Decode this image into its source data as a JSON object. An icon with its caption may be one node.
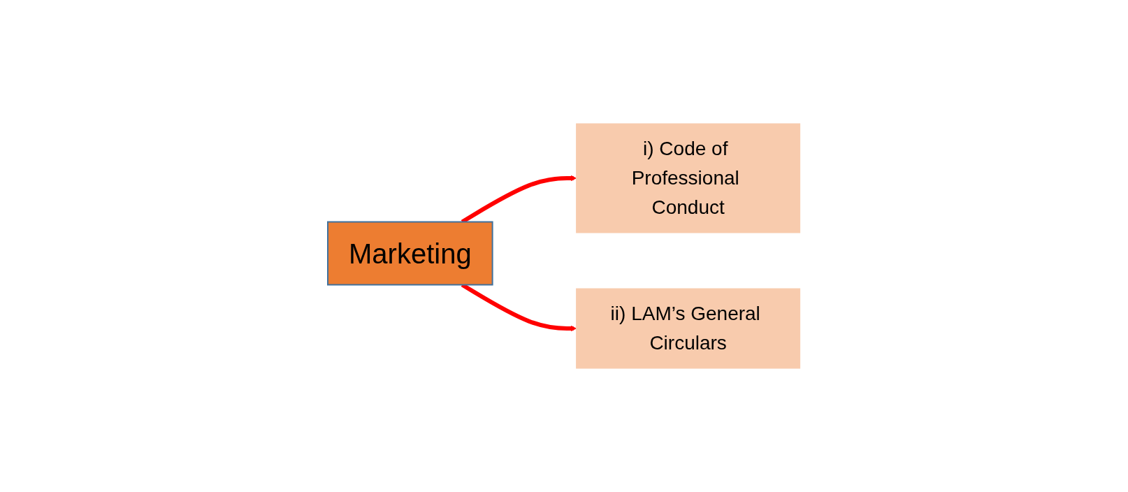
{
  "diagram": {
    "nodes": [
      {
        "text": [
          "Marketing"
        ]
      },
      {
        "text": [
          "i) Code of Professional Conduct"
        ]
      },
      {
        "text": [
          "ii) LAM’s General Circulars"
        ]
      }
    ],
    "edges": [
      {
        "from": 0,
        "to": 1,
        "arrow": "to",
        "color": "#ff0000"
      },
      {
        "from": 0,
        "to": 2,
        "arrow": "to",
        "color": "#ff0000"
      }
    ]
  }
}
